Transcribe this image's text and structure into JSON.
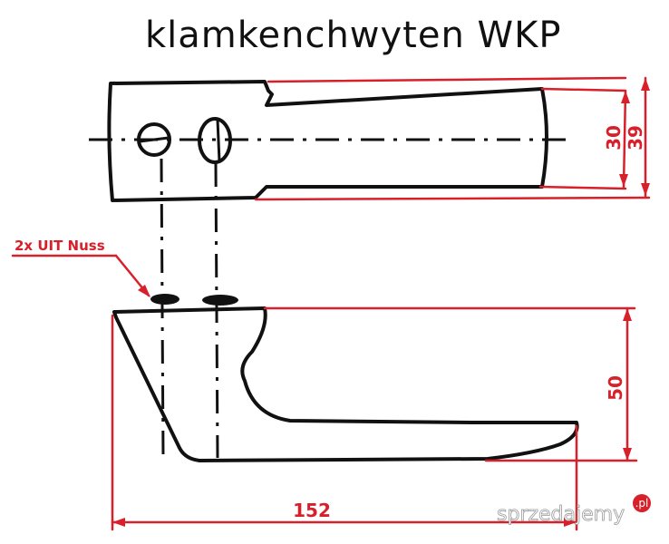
{
  "title": "klamkenchwyten WKP",
  "dimensions": {
    "inner_width": "30",
    "outer_width": "39",
    "height": "50",
    "length": "152"
  },
  "note": "2x UIT Nuss",
  "watermark": {
    "brand": "sprzedajemy",
    "tld": ".pl"
  },
  "colors": {
    "ink": "#111111",
    "dimension": "#d8202a"
  }
}
